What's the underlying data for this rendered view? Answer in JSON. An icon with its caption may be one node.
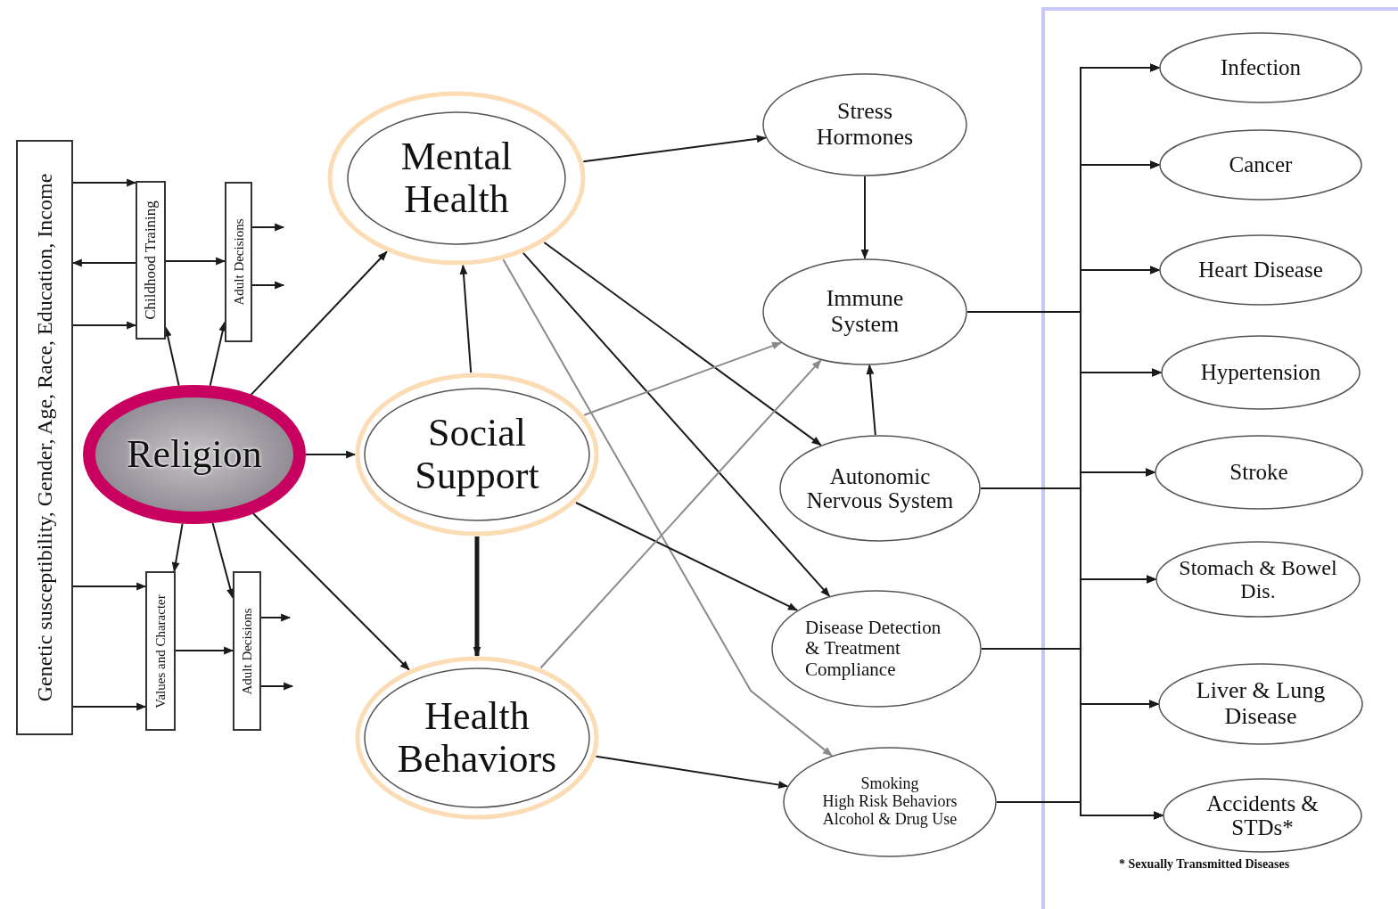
{
  "diagram": {
    "nodes": [
      {
        "text": [
          "Genetic susceptibility, Gender, Age, Race, Education, Income"
        ]
      },
      {
        "text": [
          "Childhood Training"
        ]
      },
      {
        "text": [
          "Adult Decisions"
        ]
      },
      {
        "text": [
          "Religion"
        ]
      },
      {
        "text": [
          "Values and Character"
        ]
      },
      {
        "text": [
          "Adult Decisions"
        ]
      },
      {
        "text": [
          "Mental Health"
        ]
      },
      {
        "text": [
          "Social Support"
        ]
      },
      {
        "text": [
          "Health Behaviors"
        ]
      },
      {
        "text": [
          "Stress Hormones"
        ]
      },
      {
        "text": [
          "Immune System"
        ]
      },
      {
        "text": [
          "Autonomic Nervous System"
        ]
      },
      {
        "text": [
          "Disease Detection & Treatment Compliance"
        ]
      },
      {
        "text": [
          "Smoking",
          "High Risk Behaviors",
          "Alcohol & Drug Use"
        ]
      },
      {
        "text": [
          "Infection"
        ]
      },
      {
        "text": [
          "Cancer"
        ]
      },
      {
        "text": [
          "Heart Disease"
        ]
      },
      {
        "text": [
          "Hypertension"
        ]
      },
      {
        "text": [
          "Stroke"
        ]
      },
      {
        "text": [
          "Stomach & Bowel Dis."
        ]
      },
      {
        "text": [
          "Liver & Lung Disease"
        ]
      },
      {
        "text": [
          "Accidents & STDs*"
        ]
      }
    ],
    "edges": [
      {
        "from": 0,
        "to": 1,
        "arrow": "to"
      },
      {
        "from": 1,
        "to": 0,
        "arrow": "to"
      },
      {
        "from": 0,
        "to": 1,
        "arrow": "to"
      },
      {
        "from": 0,
        "to": 4,
        "arrow": "to"
      },
      {
        "from": 0,
        "to": 4,
        "arrow": "to"
      },
      {
        "from": 1,
        "to": 2,
        "arrow": "to"
      },
      {
        "from": 2,
        "to": null,
        "arrow": "to"
      },
      {
        "from": 2,
        "to": null,
        "arrow": "to"
      },
      {
        "from": 3,
        "to": 1,
        "arrow": "to"
      },
      {
        "from": 3,
        "to": 2,
        "arrow": "to"
      },
      {
        "from": 3,
        "to": 4,
        "arrow": "to"
      },
      {
        "from": 3,
        "to": 5,
        "arrow": "to"
      },
      {
        "from": 4,
        "to": 5,
        "arrow": "to"
      },
      {
        "from": 5,
        "to": null,
        "arrow": "to"
      },
      {
        "from": 5,
        "to": null,
        "arrow": "to"
      },
      {
        "from": 3,
        "to": 6,
        "arrow": "to"
      },
      {
        "from": 3,
        "to": 7,
        "arrow": "to"
      },
      {
        "from": 3,
        "to": 8,
        "arrow": "to"
      },
      {
        "from": 7,
        "to": 6,
        "arrow": "to"
      },
      {
        "from": 7,
        "to": 8,
        "arrow": "to",
        "style": "thick"
      },
      {
        "from": 6,
        "to": 9,
        "arrow": "to"
      },
      {
        "from": 6,
        "to": 11,
        "arrow": "to"
      },
      {
        "from": 6,
        "to": 12,
        "arrow": "to"
      },
      {
        "from": 6,
        "to": 13,
        "arrow": "to",
        "color": "#8a8a8a"
      },
      {
        "from": 7,
        "to": 10,
        "arrow": "to",
        "color": "#8a8a8a"
      },
      {
        "from": 7,
        "to": 12,
        "arrow": "to"
      },
      {
        "from": 8,
        "to": 10,
        "arrow": "to",
        "color": "#8a8a8a"
      },
      {
        "from": 8,
        "to": 13,
        "arrow": "to"
      },
      {
        "from": 9,
        "to": 10,
        "arrow": "to"
      },
      {
        "from": 11,
        "to": 10,
        "arrow": "to"
      },
      {
        "from": 10,
        "to": 14,
        "arrow": "to"
      },
      {
        "from": 10,
        "to": 15,
        "arrow": "to"
      },
      {
        "from": 10,
        "to": 16,
        "arrow": "to"
      },
      {
        "from": 10,
        "to": 17,
        "arrow": "to"
      },
      {
        "from": 10,
        "to": 18,
        "arrow": "to"
      },
      {
        "from": 10,
        "to": 19,
        "arrow": "to"
      },
      {
        "from": 10,
        "to": 20,
        "arrow": "to"
      },
      {
        "from": 10,
        "to": 21,
        "arrow": "to"
      },
      {
        "from": 11,
        "to": 14,
        "arrow": "to"
      },
      {
        "from": 11,
        "to": 15,
        "arrow": "to"
      },
      {
        "from": 11,
        "to": 16,
        "arrow": "to"
      },
      {
        "from": 11,
        "to": 17,
        "arrow": "to"
      },
      {
        "from": 11,
        "to": 18,
        "arrow": "to"
      },
      {
        "from": 11,
        "to": 19,
        "arrow": "to"
      },
      {
        "from": 11,
        "to": 20,
        "arrow": "to"
      },
      {
        "from": 11,
        "to": 21,
        "arrow": "to"
      },
      {
        "from": 12,
        "to": 14,
        "arrow": "to"
      },
      {
        "from": 12,
        "to": 15,
        "arrow": "to"
      },
      {
        "from": 12,
        "to": 16,
        "arrow": "to"
      },
      {
        "from": 12,
        "to": 17,
        "arrow": "to"
      },
      {
        "from": 12,
        "to": 18,
        "arrow": "to"
      },
      {
        "from": 12,
        "to": 19,
        "arrow": "to"
      },
      {
        "from": 12,
        "to": 20,
        "arrow": "to"
      },
      {
        "from": 12,
        "to": 21,
        "arrow": "to"
      },
      {
        "from": 13,
        "to": 14,
        "arrow": "to"
      },
      {
        "from": 13,
        "to": 15,
        "arrow": "to"
      },
      {
        "from": 13,
        "to": 16,
        "arrow": "to"
      },
      {
        "from": 13,
        "to": 17,
        "arrow": "to"
      },
      {
        "from": 13,
        "to": 18,
        "arrow": "to"
      },
      {
        "from": 13,
        "to": 19,
        "arrow": "to"
      },
      {
        "from": 13,
        "to": 20,
        "arrow": "to"
      },
      {
        "from": 13,
        "to": 21,
        "arrow": "to"
      }
    ],
    "labels": [
      "* Sexually Transmitted Diseases"
    ]
  }
}
